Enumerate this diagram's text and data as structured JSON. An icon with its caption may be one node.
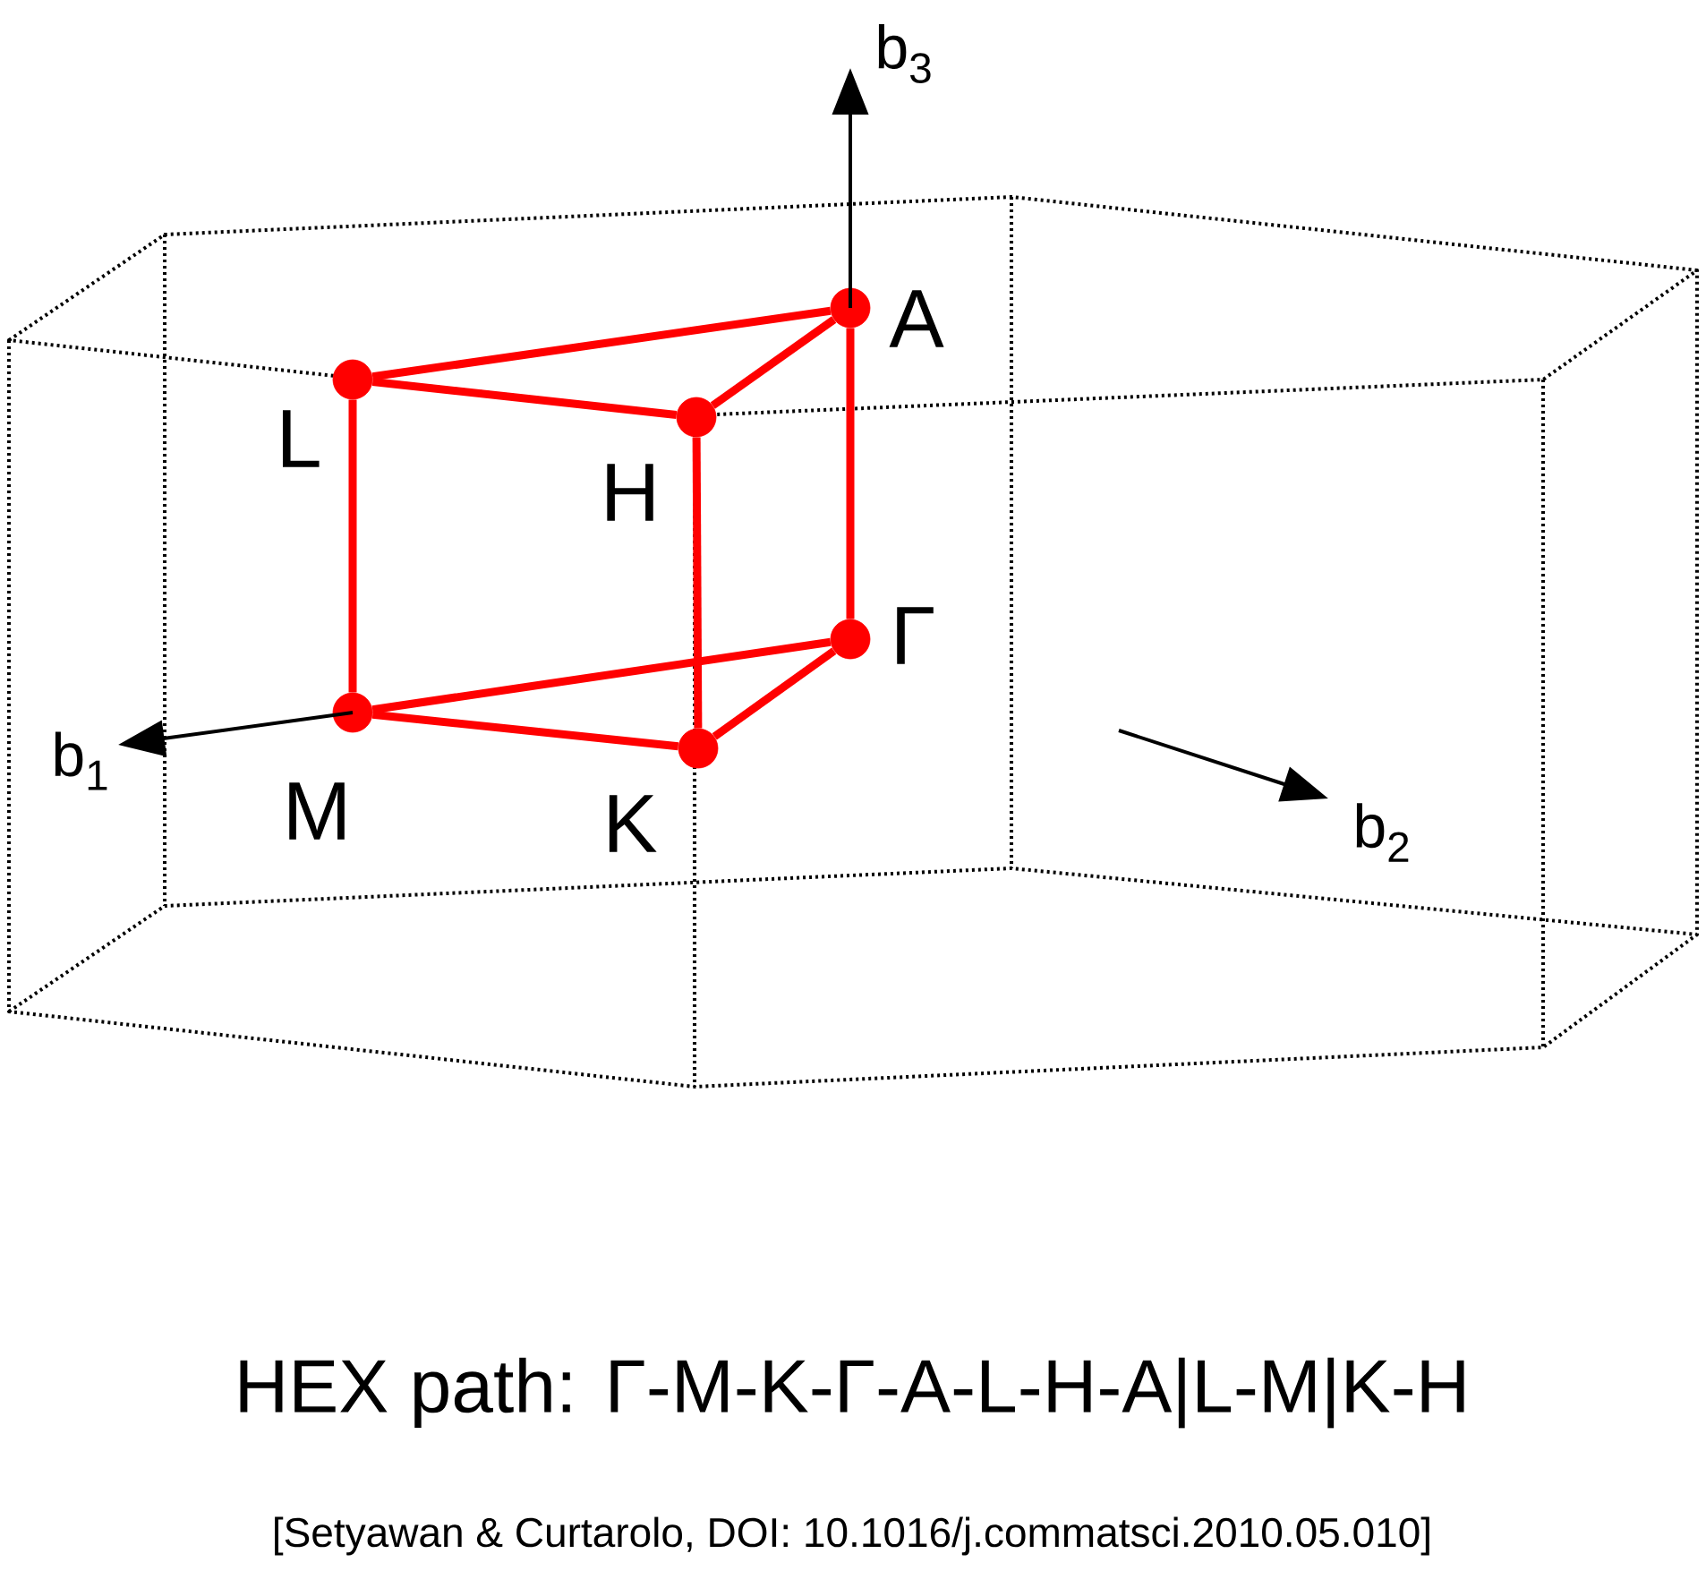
{
  "diagram": {
    "title": "HEX path: Γ-M-K-Γ-A-L-H-A|L-M|K-H",
    "caption": "[Setyawan & Curtarolo, DOI: 10.1016/j.commatsci.2010.05.010]",
    "nodes": [
      {
        "text": [
          "A"
        ]
      },
      {
        "text": [
          "L"
        ]
      },
      {
        "text": [
          "H"
        ]
      },
      {
        "text": [
          "Γ"
        ]
      },
      {
        "text": [
          "M"
        ]
      },
      {
        "text": [
          "K"
        ]
      }
    ],
    "edges": [
      {
        "from": 1,
        "to": 0,
        "arrow": "none"
      },
      {
        "from": 1,
        "to": 2,
        "arrow": "none"
      },
      {
        "from": 2,
        "to": 0,
        "arrow": "none"
      },
      {
        "from": 1,
        "to": 4,
        "arrow": "none"
      },
      {
        "from": 2,
        "to": 5,
        "arrow": "none"
      },
      {
        "from": 0,
        "to": 3,
        "arrow": "none"
      },
      {
        "from": 4,
        "to": 3,
        "arrow": "none"
      },
      {
        "from": 4,
        "to": 5,
        "arrow": "none"
      },
      {
        "from": 5,
        "to": 3,
        "arrow": "none"
      }
    ],
    "labels": [
      "b$_{3}$",
      "b$_{1}$",
      "b$_{2}$"
    ]
  }
}
